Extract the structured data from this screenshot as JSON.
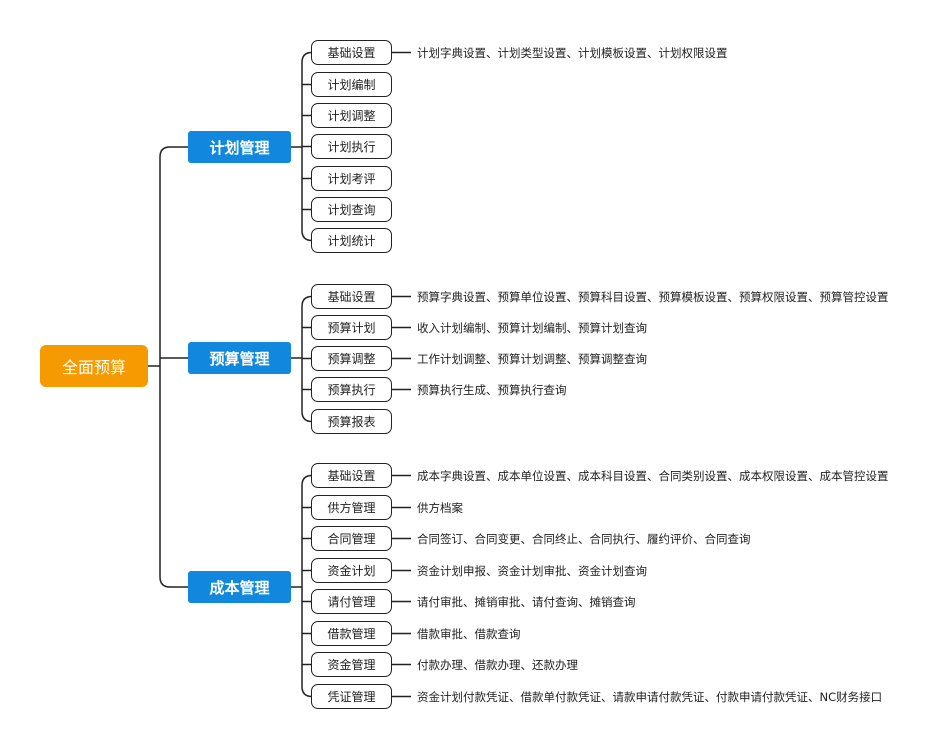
{
  "colors": {
    "root": "#f59a00",
    "branch": "#1188dd",
    "line": "#222222"
  },
  "root": {
    "label": "全面预算"
  },
  "branches": [
    {
      "label": "计划管理",
      "items": [
        {
          "label": "基础设置",
          "detail": "计划字典设置、计划类型设置、计划模板设置、计划权限设置"
        },
        {
          "label": "计划编制",
          "detail": ""
        },
        {
          "label": "计划调整",
          "detail": ""
        },
        {
          "label": "计划执行",
          "detail": ""
        },
        {
          "label": "计划考评",
          "detail": ""
        },
        {
          "label": "计划查询",
          "detail": ""
        },
        {
          "label": "计划统计",
          "detail": ""
        }
      ]
    },
    {
      "label": "预算管理",
      "items": [
        {
          "label": "基础设置",
          "detail": "预算字典设置、预算单位设置、预算科目设置、预算模板设置、预算权限设置、预算管控设置"
        },
        {
          "label": "预算计划",
          "detail": "收入计划编制、预算计划编制、预算计划查询"
        },
        {
          "label": "预算调整",
          "detail": "工作计划调整、预算计划调整、预算调整查询"
        },
        {
          "label": "预算执行",
          "detail": "预算执行生成、预算执行查询"
        },
        {
          "label": "预算报表",
          "detail": ""
        }
      ]
    },
    {
      "label": "成本管理",
      "items": [
        {
          "label": "基础设置",
          "detail": "成本字典设置、成本单位设置、成本科目设置、合同类别设置、成本权限设置、成本管控设置"
        },
        {
          "label": "供方管理",
          "detail": "供方档案"
        },
        {
          "label": "合同管理",
          "detail": "合同签订、合同变更、合同终止、合同执行、履约评价、合同查询"
        },
        {
          "label": "资金计划",
          "detail": "资金计划申报、资金计划审批、资金计划查询"
        },
        {
          "label": "请付管理",
          "detail": "请付审批、摊销审批、请付查询、摊销查询"
        },
        {
          "label": "借款管理",
          "detail": "借款审批、借款查询"
        },
        {
          "label": "资金管理",
          "detail": "付款办理、借款办理、还款办理"
        },
        {
          "label": "凭证管理",
          "detail": "资金计划付款凭证、借款单付款凭证、请款申请付款凭证、付款申请付款凭证、NC财务接口"
        }
      ]
    }
  ]
}
